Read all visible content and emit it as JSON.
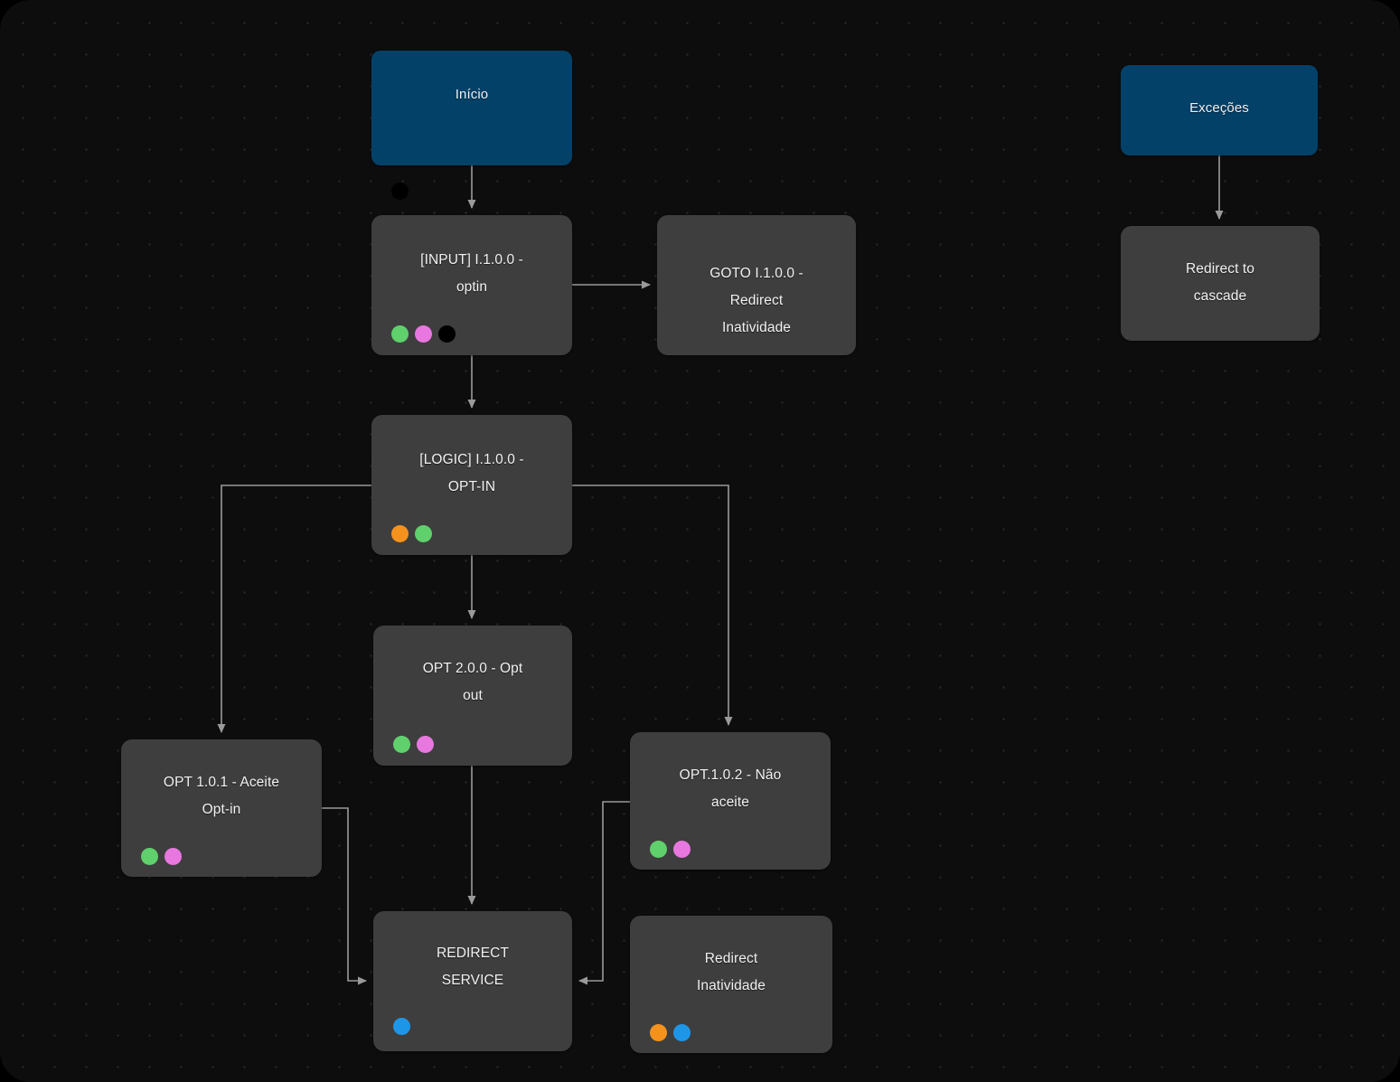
{
  "canvas": {
    "background_color": "#0d0d0d",
    "outer_color": "#000000",
    "grid_dot_color": "#2b2b2b"
  },
  "palette": {
    "start_node": "#044169",
    "node": "#3e3e3e",
    "edge": "#9a9a9a",
    "text": "#f2f2f2",
    "dot_green": "#5fd06c",
    "dot_pink": "#e877e0",
    "dot_black": "#000000",
    "dot_orange": "#f5921e",
    "dot_blue": "#1e96e8"
  },
  "nodes": [
    {
      "id": "inicio",
      "label": "Início",
      "type": "start",
      "dots": [
        "dot_black"
      ]
    },
    {
      "id": "excecoes",
      "label": "Exceções",
      "type": "start",
      "dots": []
    },
    {
      "id": "input",
      "label": "[INPUT] I.1.0.0 -\noptin",
      "type": "step",
      "dots": [
        "dot_green",
        "dot_pink",
        "dot_black"
      ]
    },
    {
      "id": "goto",
      "label": "GOTO I.1.0.0 -\nRedirect\nInatividade",
      "type": "step",
      "dots": []
    },
    {
      "id": "redirect_cascade",
      "label": "Redirect to\ncascade",
      "type": "step",
      "dots": []
    },
    {
      "id": "logic",
      "label": "[LOGIC] I.1.0.0 -\nOPT-IN",
      "type": "step",
      "dots": [
        "dot_orange",
        "dot_green"
      ]
    },
    {
      "id": "optout",
      "label": "OPT 2.0.0 - Opt\nout",
      "type": "step",
      "dots": [
        "dot_green",
        "dot_pink"
      ]
    },
    {
      "id": "aceite",
      "label": "OPT 1.0.1 - Aceite\nOpt-in",
      "type": "step",
      "dots": [
        "dot_green",
        "dot_pink"
      ]
    },
    {
      "id": "naoaceite",
      "label": "OPT.1.0.2 - Não\naceite",
      "type": "step",
      "dots": [
        "dot_green",
        "dot_pink"
      ]
    },
    {
      "id": "redirect_service",
      "label": "REDIRECT\nSERVICE",
      "type": "step",
      "dots": [
        "dot_blue"
      ]
    },
    {
      "id": "redirect_inat",
      "label": "Redirect\nInatividade",
      "type": "step",
      "dots": [
        "dot_orange",
        "dot_blue"
      ]
    }
  ],
  "edges": [
    {
      "from": "inicio",
      "to": "input"
    },
    {
      "from": "input",
      "to": "goto"
    },
    {
      "from": "input",
      "to": "logic"
    },
    {
      "from": "excecoes",
      "to": "redirect_cascade"
    },
    {
      "from": "logic",
      "to": "aceite"
    },
    {
      "from": "logic",
      "to": "optout"
    },
    {
      "from": "logic",
      "to": "naoaceite"
    },
    {
      "from": "optout",
      "to": "redirect_service"
    },
    {
      "from": "aceite",
      "to": "redirect_service"
    },
    {
      "from": "naoaceite",
      "to": "redirect_service"
    }
  ]
}
